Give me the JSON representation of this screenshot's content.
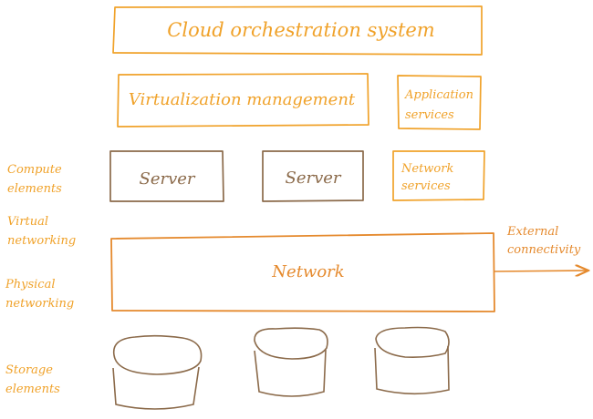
{
  "diagram": {
    "colors": {
      "orange": "#F0A22A",
      "orange_dark": "#E58A2E",
      "brown": "#8B6A4A",
      "brown_dark": "#7B5E44"
    },
    "boxes": {
      "cloud_orchestration": "Cloud orchestration system",
      "virtualization_management": "Virtualization management",
      "application_services": [
        "Application",
        "services"
      ],
      "server_left": "Server",
      "server_right": "Server",
      "network_services": [
        "Network",
        "services"
      ],
      "network": "Network"
    },
    "side_labels": {
      "compute": [
        "Compute",
        "elements"
      ],
      "virtual_networking": [
        "Virtual",
        "networking"
      ],
      "physical_networking": [
        "Physical",
        "networking"
      ],
      "storage": [
        "Storage",
        "elements"
      ]
    },
    "external_connectivity": [
      "External",
      "connectivity"
    ],
    "storage_units": 3
  }
}
